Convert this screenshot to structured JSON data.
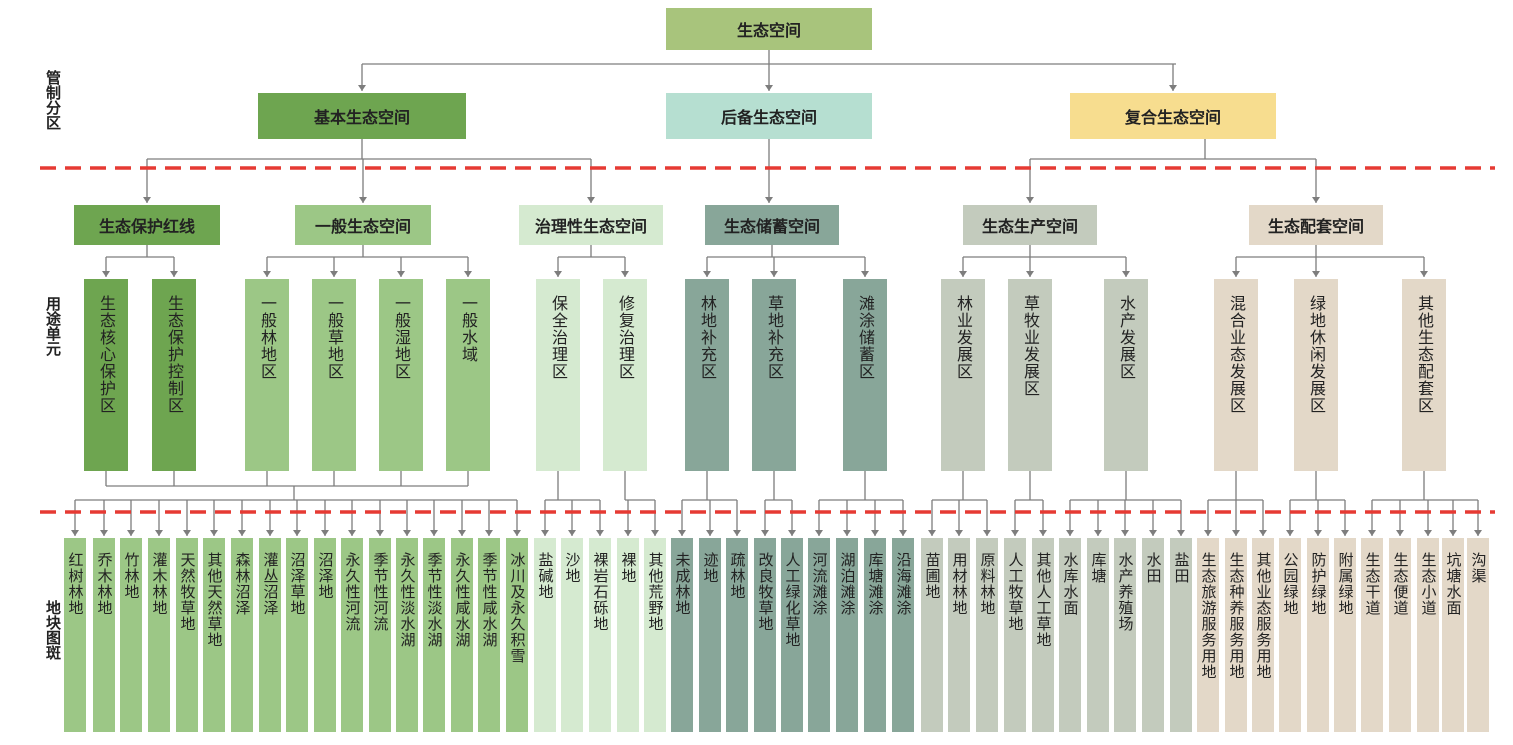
{
  "side_labels": [
    "管制分区",
    "用途单元",
    "地块图斑"
  ],
  "colors": {
    "line": "#7d7d7d",
    "dash": "#e63a33",
    "root": "#a8c47c",
    "basic": "#6ea550",
    "reserve": "#b6dfd1",
    "composite": "#f7dd8f",
    "redline": "#6ea550",
    "general": "#9cc786",
    "remediation": "#d5ead0",
    "storage": "#88a699",
    "production": "#c3cbbd",
    "support": "#e3d8c8"
  },
  "root": {
    "label": "生态空间"
  },
  "zones": [
    {
      "label": "基本生态空间",
      "color_key": "basic"
    },
    {
      "label": "后备生态空间",
      "color_key": "reserve"
    },
    {
      "label": "复合生态空间",
      "color_key": "composite"
    }
  ],
  "spaces": [
    {
      "label": "生态保护红线",
      "color_key": "redline",
      "zone": 0
    },
    {
      "label": "一般生态空间",
      "color_key": "general",
      "zone": 0
    },
    {
      "label": "治理性生态空间",
      "color_key": "remediation",
      "zone": 0
    },
    {
      "label": "生态储蓄空间",
      "color_key": "storage",
      "zone": 1
    },
    {
      "label": "生态生产空间",
      "color_key": "production",
      "zone": 2
    },
    {
      "label": "生态配套空间",
      "color_key": "support",
      "zone": 2
    }
  ],
  "units": [
    {
      "label": "生态核心保护区",
      "space": 0
    },
    {
      "label": "生态保护控制区",
      "space": 0
    },
    {
      "label": "一般林地区",
      "space": 1
    },
    {
      "label": "一般草地区",
      "space": 1
    },
    {
      "label": "一般湿地区",
      "space": 1
    },
    {
      "label": "一般水域",
      "space": 1
    },
    {
      "label": "保全治理区",
      "space": 2
    },
    {
      "label": "修复治理区",
      "space": 2
    },
    {
      "label": "林地补充区",
      "space": 3
    },
    {
      "label": "草地补充区",
      "space": 3
    },
    {
      "label": "滩涂储蓄区",
      "space": 3
    },
    {
      "label": "林业发展区",
      "space": 4
    },
    {
      "label": "草牧业发展区",
      "space": 4
    },
    {
      "label": "水产发展区",
      "space": 4
    },
    {
      "label": "混合业态发展区",
      "space": 5
    },
    {
      "label": "绿地休闲发展区",
      "space": 5
    },
    {
      "label": "其他生态配套区",
      "space": 5
    }
  ],
  "plots": [
    {
      "label": "红树林地",
      "unit": "g1"
    },
    {
      "label": "乔木林地",
      "unit": "g1"
    },
    {
      "label": "竹林地",
      "unit": "g1"
    },
    {
      "label": "灌木林地",
      "unit": "g1"
    },
    {
      "label": "天然牧草地",
      "unit": "g1"
    },
    {
      "label": "其他天然草地",
      "unit": "g1"
    },
    {
      "label": "森林沼泽",
      "unit": "g1"
    },
    {
      "label": "灌丛沼泽",
      "unit": "g1"
    },
    {
      "label": "沼泽草地",
      "unit": "g1"
    },
    {
      "label": "沼泽地",
      "unit": "g1"
    },
    {
      "label": "永久性河流",
      "unit": "g1"
    },
    {
      "label": "季节性河流",
      "unit": "g1"
    },
    {
      "label": "永久性淡水湖",
      "unit": "g1"
    },
    {
      "label": "季节性淡水湖",
      "unit": "g1"
    },
    {
      "label": "永久性咸水湖",
      "unit": "g1"
    },
    {
      "label": "季节性咸水湖",
      "unit": "g1"
    },
    {
      "label": "冰川及永久积雪",
      "unit": "g1"
    },
    {
      "label": "盐碱地",
      "unit": 6
    },
    {
      "label": "沙地",
      "unit": 6
    },
    {
      "label": "裸岩石砾地",
      "unit": 6
    },
    {
      "label": "裸地",
      "unit": 7
    },
    {
      "label": "其他荒野地",
      "unit": 7
    },
    {
      "label": "未成林地",
      "unit": 8
    },
    {
      "label": "迹地",
      "unit": 8
    },
    {
      "label": "疏林地",
      "unit": 8
    },
    {
      "label": "改良牧草地",
      "unit": 9
    },
    {
      "label": "人工绿化草地",
      "unit": 9
    },
    {
      "label": "河流滩涂",
      "unit": 10
    },
    {
      "label": "湖泊滩涂",
      "unit": 10
    },
    {
      "label": "库塘滩涂",
      "unit": 10
    },
    {
      "label": "沿海滩涂",
      "unit": 10
    },
    {
      "label": "苗圃地",
      "unit": 11
    },
    {
      "label": "用材林地",
      "unit": 11
    },
    {
      "label": "原料林地",
      "unit": 11
    },
    {
      "label": "人工牧草地",
      "unit": 12
    },
    {
      "label": "其他人工草地",
      "unit": 12
    },
    {
      "label": "水库水面",
      "unit": 13
    },
    {
      "label": "库塘",
      "unit": 13
    },
    {
      "label": "水产养殖场",
      "unit": 13
    },
    {
      "label": "水田",
      "unit": 13
    },
    {
      "label": "盐田",
      "unit": 13
    },
    {
      "label": "生态旅游服务用地",
      "unit": 14
    },
    {
      "label": "生态种养服务用地",
      "unit": 14
    },
    {
      "label": "其他业态服务用地",
      "unit": 14
    },
    {
      "label": "公园绿地",
      "unit": 15
    },
    {
      "label": "防护绿地",
      "unit": 15
    },
    {
      "label": "附属绿地",
      "unit": 15
    },
    {
      "label": "生态干道",
      "unit": 16
    },
    {
      "label": "生态便道",
      "unit": 16
    },
    {
      "label": "生态小道",
      "unit": 16
    },
    {
      "label": "坑塘水面",
      "unit": 16
    },
    {
      "label": "沟渠",
      "unit": 16
    }
  ]
}
